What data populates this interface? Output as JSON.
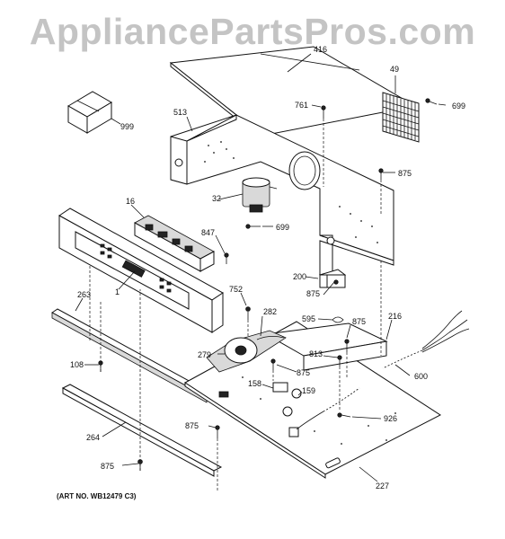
{
  "watermark": "AppliancePartsPros.com",
  "art_number": "(ART NO. WB12479 C3)",
  "parts": [
    {
      "label": "416"
    },
    {
      "label": "49"
    },
    {
      "label": "699"
    },
    {
      "label": "761"
    },
    {
      "label": "999"
    },
    {
      "label": "513"
    },
    {
      "label": "875"
    },
    {
      "label": "16"
    },
    {
      "label": "32"
    },
    {
      "label": "847"
    },
    {
      "label": "699"
    },
    {
      "label": "263"
    },
    {
      "label": "1"
    },
    {
      "label": "752"
    },
    {
      "label": "200"
    },
    {
      "label": "875"
    },
    {
      "label": "282"
    },
    {
      "label": "595"
    },
    {
      "label": "875"
    },
    {
      "label": "216"
    },
    {
      "label": "279"
    },
    {
      "label": "813"
    },
    {
      "label": "108"
    },
    {
      "label": "875"
    },
    {
      "label": "600"
    },
    {
      "label": "158"
    },
    {
      "label": "159"
    },
    {
      "label": "926"
    },
    {
      "label": "875"
    },
    {
      "label": "264"
    },
    {
      "label": "875"
    },
    {
      "label": "227"
    }
  ]
}
